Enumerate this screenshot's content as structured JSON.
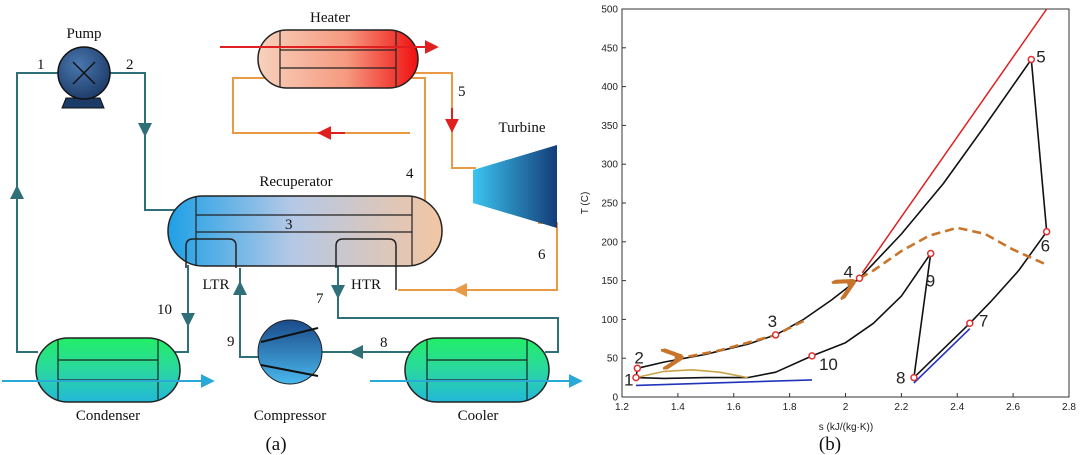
{
  "cycle": {
    "components": {
      "pump": "Pump",
      "heater": "Heater",
      "turbine": "Turbine",
      "recuperator": "Recuperator",
      "ltr": "LTR",
      "htr": "HTR",
      "condenser": "Condenser",
      "compressor": "Compressor",
      "cooler": "Cooler"
    },
    "state_points": [
      "1",
      "2",
      "3",
      "4",
      "5",
      "6",
      "7",
      "8",
      "9",
      "10"
    ],
    "caption": "(a)"
  },
  "colors": {
    "cold_line": "#2f6f78",
    "hot_line": "#e89a45",
    "heat_arrow": "#e02020",
    "cool_arrow": "#2aa8d8",
    "process_line": "#111111",
    "heat_source_line": "#e02020",
    "dashed_path": "#c8742a",
    "lower_blue": "#2233bb",
    "lower_tan": "#c8a24a"
  },
  "chart_data": {
    "type": "line",
    "title": "",
    "xlabel": "s  (kJ/(kg·K))",
    "ylabel": "T (C)",
    "xlim": [
      1.2,
      2.8
    ],
    "ylim": [
      0,
      500
    ],
    "xticks": [
      "1.2",
      "1.4",
      "1.6",
      "1.8",
      "2",
      "2.2",
      "2.4",
      "2.6",
      "2.8"
    ],
    "yticks": [
      "0",
      "50",
      "100",
      "150",
      "200",
      "250",
      "300",
      "350",
      "400",
      "450",
      "500"
    ],
    "grid": false,
    "points": [
      {
        "label": "1",
        "s": 1.25,
        "T": 25
      },
      {
        "label": "2",
        "s": 1.255,
        "T": 37
      },
      {
        "label": "3",
        "s": 1.75,
        "T": 80
      },
      {
        "label": "4",
        "s": 2.05,
        "T": 153
      },
      {
        "label": "5",
        "s": 2.665,
        "T": 435
      },
      {
        "label": "6",
        "s": 2.72,
        "T": 213
      },
      {
        "label": "7",
        "s": 2.445,
        "T": 95
      },
      {
        "label": "8",
        "s": 2.245,
        "T": 25
      },
      {
        "label": "9",
        "s": 2.305,
        "T": 185
      },
      {
        "label": "10",
        "s": 1.88,
        "T": 53
      }
    ],
    "series": [
      {
        "key": "heat_source",
        "style": "red",
        "x": [
          2.06,
          2.72
        ],
        "y": [
          160,
          500
        ]
      },
      {
        "key": "main_2_5",
        "style": "black",
        "x": [
          1.255,
          1.35,
          1.5,
          1.65,
          1.75,
          1.85,
          1.95,
          2.05,
          2.2,
          2.35,
          2.5,
          2.665
        ],
        "y": [
          37,
          45,
          55,
          68,
          80,
          100,
          125,
          153,
          210,
          275,
          350,
          435
        ]
      },
      {
        "key": "expansion_5_6",
        "style": "black",
        "x": [
          2.665,
          2.72
        ],
        "y": [
          435,
          213
        ]
      },
      {
        "key": "cool_6_7",
        "style": "black",
        "x": [
          2.72,
          2.62,
          2.52,
          2.445
        ],
        "y": [
          213,
          163,
          123,
          95
        ]
      },
      {
        "key": "cool_7_8",
        "style": "black",
        "x": [
          2.445,
          2.245
        ],
        "y": [
          95,
          25
        ]
      },
      {
        "key": "compress_8_9",
        "style": "black",
        "x": [
          2.245,
          2.305
        ],
        "y": [
          25,
          185
        ]
      },
      {
        "key": "cool_9_10",
        "style": "black",
        "x": [
          2.305,
          2.2,
          2.1,
          2.0,
          1.88
        ],
        "y": [
          185,
          130,
          95,
          70,
          53
        ]
      },
      {
        "key": "cool_10_1",
        "style": "black",
        "x": [
          1.88,
          1.75,
          1.65,
          1.5,
          1.35,
          1.25
        ],
        "y": [
          53,
          32,
          25,
          25,
          24,
          25
        ]
      },
      {
        "key": "compress_1_2",
        "style": "black",
        "x": [
          1.25,
          1.255
        ],
        "y": [
          25,
          37
        ]
      },
      {
        "key": "htr_path",
        "style": "dashed",
        "x": [
          2.71,
          2.6,
          2.5,
          2.4,
          2.3,
          2.2,
          2.1,
          2.0
        ],
        "y": [
          172,
          190,
          210,
          218,
          208,
          188,
          163,
          143
        ]
      },
      {
        "key": "ltr_path",
        "style": "dashed",
        "x": [
          1.85,
          1.75,
          1.65,
          1.55,
          1.45,
          1.38
        ],
        "y": [
          98,
          80,
          70,
          60,
          53,
          50
        ]
      },
      {
        "key": "condenser_cold",
        "style": "blue",
        "x": [
          1.25,
          1.88
        ],
        "y": [
          15,
          22
        ]
      },
      {
        "key": "condenser_tan",
        "style": "tan",
        "x": [
          1.25,
          1.35,
          1.45,
          1.55,
          1.65
        ],
        "y": [
          25,
          33,
          35,
          32,
          25
        ]
      },
      {
        "key": "cooler_cold",
        "style": "blue",
        "x": [
          2.245,
          2.445
        ],
        "y": [
          18,
          88
        ]
      }
    ],
    "caption": "(b)"
  }
}
